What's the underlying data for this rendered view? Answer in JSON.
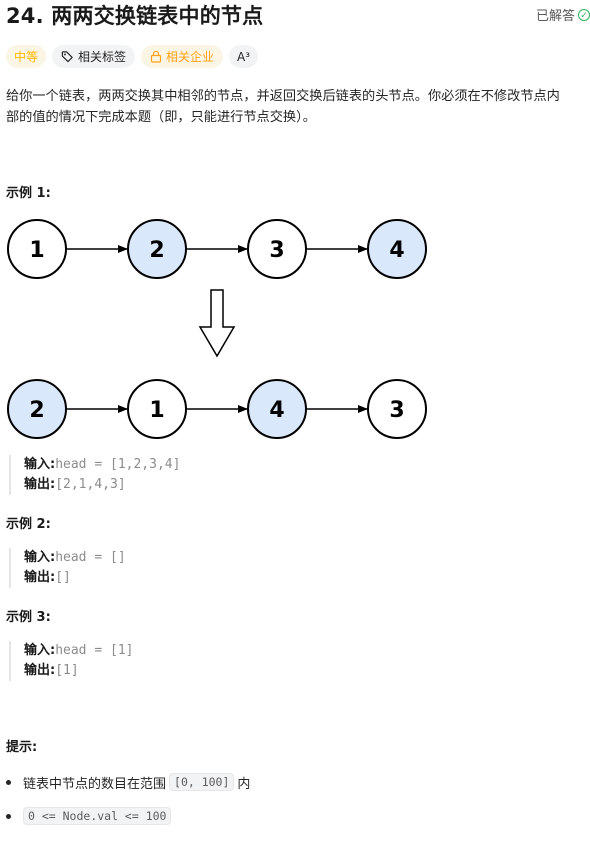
{
  "problem": {
    "title": "24. 两两交换链表中的节点",
    "status_label": "已解答",
    "tags": {
      "difficulty": "中等",
      "related_tags": "相关标签",
      "related_company": "相关企业",
      "translate": "A³"
    },
    "description_line1": "给你一个链表，两两交换其中相邻的节点，并返回交换后链表的头节点。你必须在不修改节点内",
    "description_line2": "部的值的情况下完成本题（即，只能进行节点交换）。"
  },
  "examples": [
    {
      "label": "示例 1:",
      "input_label": "输入:",
      "input_value": "head = [1,2,3,4]",
      "output_label": "输出:",
      "output_value": "[2,1,4,3]"
    },
    {
      "label": "示例 2:",
      "input_label": "输入:",
      "input_value": "head = []",
      "output_label": "输出:",
      "output_value": "[]"
    },
    {
      "label": "示例 3:",
      "input_label": "输入:",
      "input_value": "head = [1]",
      "output_label": "输出:",
      "output_value": "[1]"
    }
  ],
  "diagram": {
    "before": [
      {
        "value": "1",
        "highlight": false
      },
      {
        "value": "2",
        "highlight": true
      },
      {
        "value": "3",
        "highlight": false
      },
      {
        "value": "4",
        "highlight": true
      }
    ],
    "after": [
      {
        "value": "2",
        "highlight": true
      },
      {
        "value": "1",
        "highlight": false
      },
      {
        "value": "4",
        "highlight": true
      },
      {
        "value": "3",
        "highlight": false
      }
    ],
    "highlight_color": "#dae8fc"
  },
  "hints": {
    "label": "提示:",
    "item1_prefix": "链表中节点的数目在范围",
    "item1_code": "[0, 100]",
    "item1_suffix": "内",
    "item2_code": "0 <= Node.val <= 100"
  }
}
